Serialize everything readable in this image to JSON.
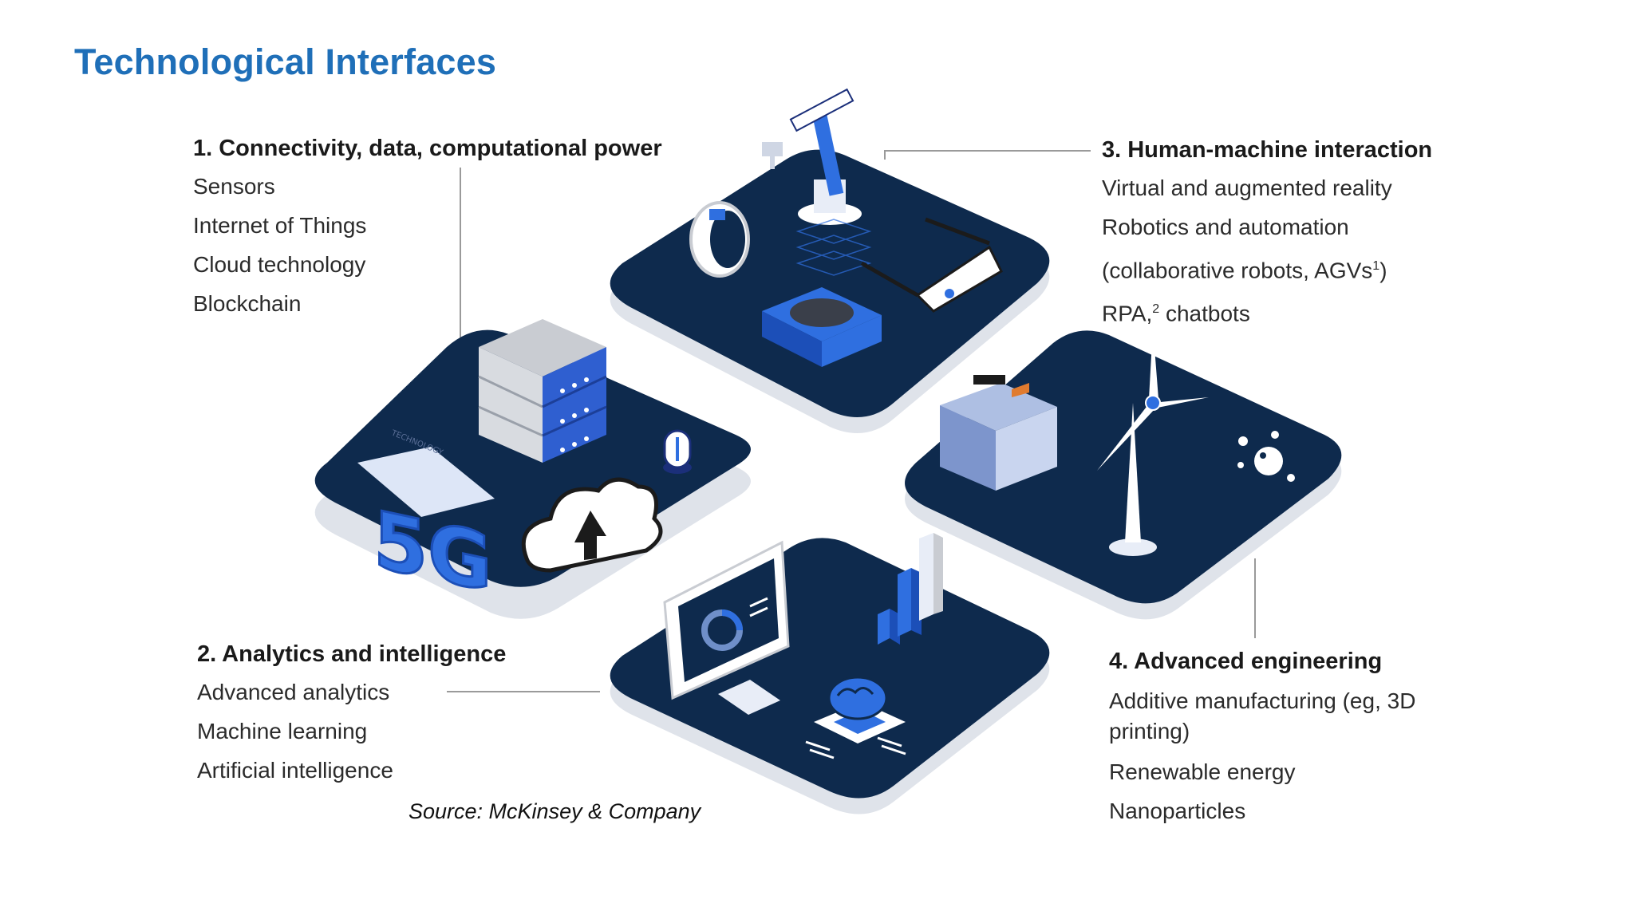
{
  "title": "Technological Interfaces",
  "source": "Source: McKinsey & Company",
  "colors": {
    "title": "#1f6fb8",
    "tile": "#0e2a4d",
    "accent": "#2f6fe0",
    "connector": "#9a9a9a"
  },
  "section1": {
    "heading": "1. Connectivity, data, computational power",
    "items": [
      "Sensors",
      "Internet of Things",
      "Cloud technology",
      "Blockchain"
    ]
  },
  "section2": {
    "heading": "2. Analytics and intelligence",
    "items": [
      "Advanced analytics",
      "Machine learning",
      "Artificial intelligence"
    ]
  },
  "section3": {
    "heading": "3. Human-machine interaction",
    "items": [
      {
        "text": "Virtual and augmented reality"
      },
      {
        "text": "Robotics and automation"
      },
      {
        "text": "(collaborative robots, AGVs",
        "sup": "1",
        "after": ")"
      },
      {
        "text": "RPA,",
        "sup": "2",
        "after": " chatbots"
      }
    ]
  },
  "section4": {
    "heading": "4. Advanced engineering",
    "items": [
      "Additive manufacturing (eg, 3D printing)",
      "Renewable energy",
      "Nanoparticles"
    ]
  },
  "illustration": {
    "fiveg_text": "5G",
    "fiveg_caption": "TECHNOLOGY",
    "icons": [
      "robot-arm-icon",
      "smart-ring-icon",
      "ar-glasses-icon",
      "agv-icon",
      "server-rack-icon",
      "cloud-upload-icon",
      "sensor-icon",
      "monitor-dashboard-icon",
      "bar-chart-icon",
      "brain-chip-icon",
      "3d-printer-icon",
      "wind-turbine-icon",
      "nanoparticles-icon"
    ]
  }
}
